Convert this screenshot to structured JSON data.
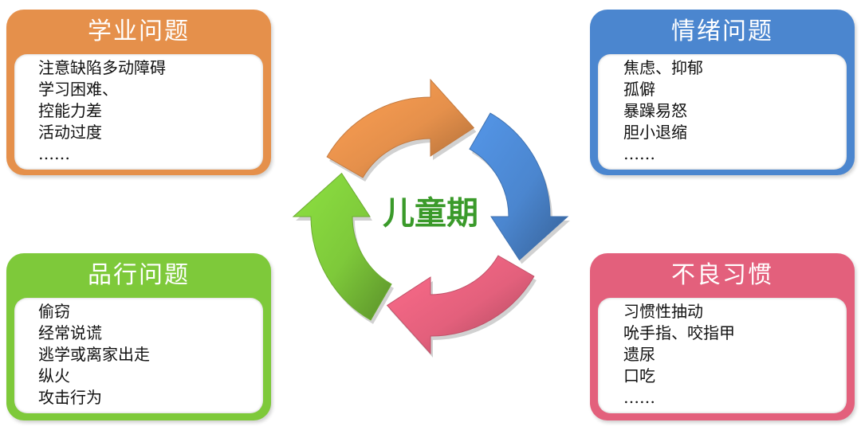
{
  "center_label": "儿童期",
  "colors": {
    "academic": "#e5904b",
    "emotion": "#4b86cf",
    "conduct": "#7ec93a",
    "habit": "#e3607c",
    "center_text": "#3a9a2a"
  },
  "cards": {
    "academic": {
      "title": "学业问题",
      "items": [
        "注意缺陷多动障碍",
        "学习困难、",
        "控能力差",
        "活动过度",
        "……"
      ]
    },
    "emotion": {
      "title": "情绪问题",
      "items": [
        "焦虑、抑郁",
        "孤僻",
        "暴躁易怒",
        "胆小退缩",
        "……"
      ]
    },
    "conduct": {
      "title": "品行问题",
      "items": [
        "偷窃",
        "经常说谎",
        "逃学或离家出走",
        "纵火",
        "攻击行为"
      ]
    },
    "habit": {
      "title": "不良习惯",
      "items": [
        "习惯性抽动",
        "吮手指、咬指甲",
        "遗尿",
        "口吃",
        "……"
      ]
    }
  }
}
